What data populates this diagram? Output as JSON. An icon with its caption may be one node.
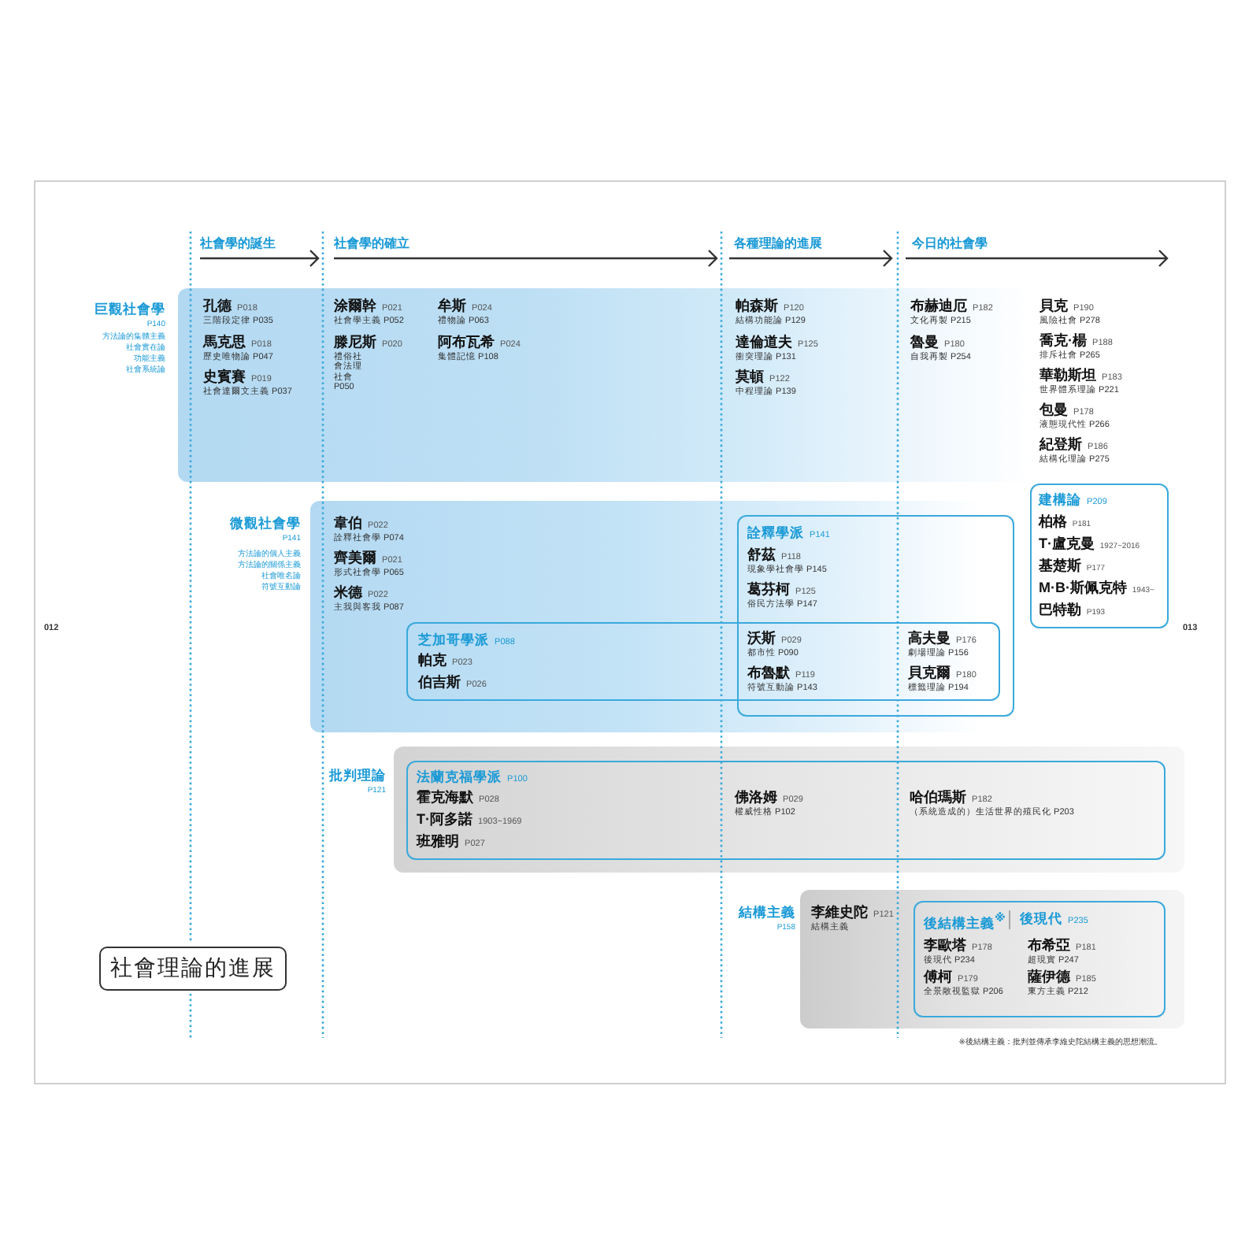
{
  "diagram": {
    "nodes": [
      {
        "text": [
          "巨觀社會學",
          "P140",
          "方法論的集體主義",
          "社會實在論",
          "功能主義",
          "社會系統論",
          "**孔德** P018",
          "三階段定律 P035",
          "**馬克思** P018",
          "歷史唯物論 P047",
          "**史賓賽** P019",
          "社會達爾文主義 P037",
          "**涂爾幹** P021",
          "社會學主義 P052",
          "**滕尼斯** P020",
          "禮俗社會法理社會 P050",
          "**牟斯** P024",
          "禮物論 P063",
          "**阿布瓦希** P024",
          "集體記憶 P108",
          "**帕森斯** P120",
          "結構功能論 P129",
          "**達倫道夫** P125",
          "衝突理論 P131",
          "**莫頓** P122",
          "中程理論 P139",
          "**布赫迪厄** P182",
          "文化再製 P215",
          "**魯曼** P180",
          "自我再製 P254",
          "**貝克** P190",
          "風險社會 P278",
          "**喬克·楊** P188",
          "排斥社會 P265",
          "**華勒斯坦** P183",
          "世界體系理論 P221",
          "**包曼** P178",
          "液態現代性 P266",
          "**紀登斯** P186",
          "結構化理論 P275"
        ]
      },
      {
        "text": [
          "**建構論** P209",
          "**柏格** P181",
          "**T·盧克曼** 1927~2016",
          "**基楚斯** P177",
          "**M·B·斯佩克特** 1943~",
          "**巴特勒** P193"
        ]
      },
      {
        "text": [
          "微觀社會學",
          "P141",
          "方法論的個人主義",
          "方法論的關係主義",
          "社會唯名論",
          "符號互動論",
          "**韋伯** P022",
          "詮釋社會學 P074",
          "**齊美爾** P021",
          "形式社會學 P065",
          "**米德** P022",
          "主我與客我 P087"
        ]
      },
      {
        "text": [
          "**詮釋學派** P141",
          "**舒茲** P118",
          "現象學社會學 P145",
          "**葛芬柯** P125",
          "俗民方法學 P147"
        ],
        "in": 2
      },
      {
        "text": [
          "**芝加哥學派** P088",
          "**帕克** P023",
          "**伯吉斯** P026",
          "**沃斯** P029",
          "都市性 P090",
          "**布魯默** P119",
          "符號互動論 P143",
          "**高夫曼** P176",
          "劇場理論 P156",
          "**貝克爾** P180",
          "標籤理論 P194"
        ],
        "in": 2
      },
      {
        "text": [
          "批判理論",
          "P121"
        ]
      },
      {
        "text": [
          "**法蘭克福學派** P100",
          "**霍克海默** P028",
          "**T·阿多諾** 1903~1969",
          "**班雅明** P027",
          "**佛洛姆** P029",
          "權威性格 P102",
          "**哈伯瑪斯** P182",
          "（系統造成的）生活世界的殖民化 P203"
        ],
        "in": 5
      },
      {
        "text": [
          "結構主義",
          "P158",
          "**李維史陀** P121",
          "結構主義"
        ]
      },
      {
        "text": [
          "後結構主義$^{※}$",
          "**後現代** P235",
          "**李歐塔** P178",
          "後現代 P234",
          "**布希亞** P181",
          "超現實 P247",
          "**傅柯** P179",
          "全景敞視監獄 P206",
          "**薩伊德** P185",
          "東方主義 P212"
        ],
        "in": 7
      },
      {
        "text": [
          "社會理論的進展"
        ]
      }
    ],
    "labels": [
      "社會學的誕生",
      "社會學的確立",
      "各種理論的進展",
      "今日的社會學",
      "012",
      "013",
      "※後結構主義：批判並傳承李維史陀結構主義的思想潮流。"
    ]
  }
}
